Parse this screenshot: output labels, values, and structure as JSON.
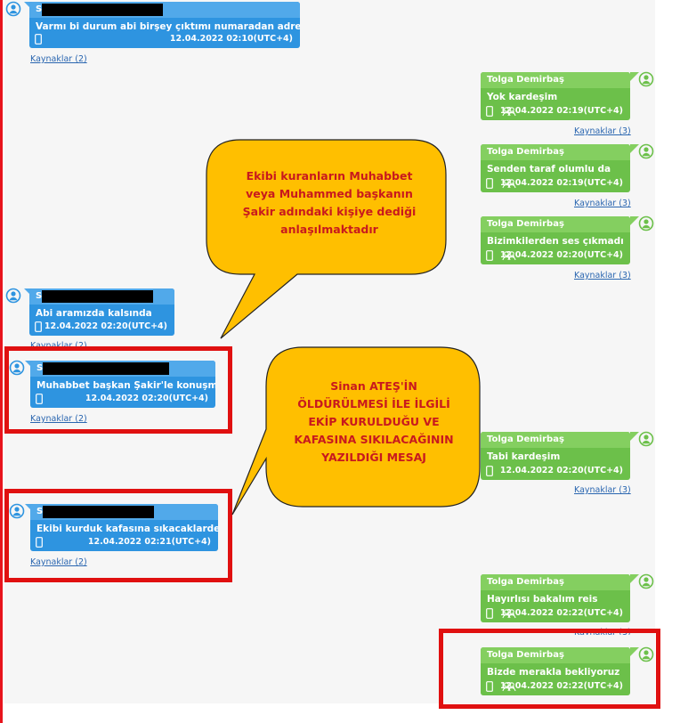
{
  "left_messages": [
    {
      "sender": "S",
      "text": "Varmı bi durum abi birşey çıktımı numaradan adresden",
      "time": "12.04.2022 02:10(UTC+4)",
      "sources": "Kaynaklar (2)"
    },
    {
      "sender": "S",
      "text": "Abi aramızda kalsında",
      "time": "12.04.2022 02:20(UTC+4)",
      "sources": "Kaynaklar (2)"
    },
    {
      "sender": "S",
      "text": "Muhabbet başkan Şakir'le konuşmuş",
      "time": "12.04.2022 02:20(UTC+4)",
      "sources": "Kaynaklar (2)"
    },
    {
      "sender": "S",
      "text": "Ekibi kurduk kafasına sıkacaklardemiş",
      "time": "12.04.2022 02:21(UTC+4)",
      "sources": "Kaynaklar (2)"
    }
  ],
  "right_messages": [
    {
      "sender": "Tolga Demirbaş",
      "text": "Yok kardeşim",
      "time": "12.04.2022 02:19(UTC+4)",
      "sources": "Kaynaklar (3)"
    },
    {
      "sender": "Tolga Demirbaş",
      "text": "Senden taraf olumlu da",
      "time": "12.04.2022 02:19(UTC+4)",
      "sources": "Kaynaklar (3)"
    },
    {
      "sender": "Tolga Demirbaş",
      "text": "Bizimkilerden ses çıkmadı",
      "time": "12.04.2022 02:20(UTC+4)",
      "sources": "Kaynaklar (3)"
    },
    {
      "sender": "Tolga Demirbaş",
      "text": "Tabi kardeşim",
      "time": "12.04.2022 02:20(UTC+4)",
      "sources": "Kaynaklar (3)"
    },
    {
      "sender": "Tolga Demirbaş",
      "text": "Hayırlısı bakalım reis",
      "time": "12.04.2022 02:22(UTC+4)",
      "sources": "Kaynaklar (3)"
    },
    {
      "sender": "Tolga Demirbaş",
      "text": "Bizde merakla bekliyoruz",
      "time": "12.04.2022 02:22(UTC+4)"
    }
  ],
  "callouts": {
    "first": [
      "Ekibi kuranların Muhabbet",
      "veya Muhammed başkanın",
      "Şakir adındaki kişiye dediği",
      "anlaşılmaktadır"
    ],
    "second": [
      "Sinan ATEŞ'İN",
      "ÖLDÜRÜLMESİ İLE İLGİLİ",
      "EKİP KURULDUĞU VE",
      "KAFASINA SIKILACAĞININ",
      "YAZILDIĞI MESAJ"
    ]
  },
  "colors": {
    "incoming_bubble": "#2e94e0",
    "outgoing_bubble": "#6cc04a",
    "callout_fill": "#ffbf00",
    "callout_text": "#c8191e",
    "highlight_frame": "#e01010",
    "link": "#2a66b0"
  },
  "icons": [
    "user-avatar-icon",
    "phone-icon",
    "group-icon"
  ]
}
